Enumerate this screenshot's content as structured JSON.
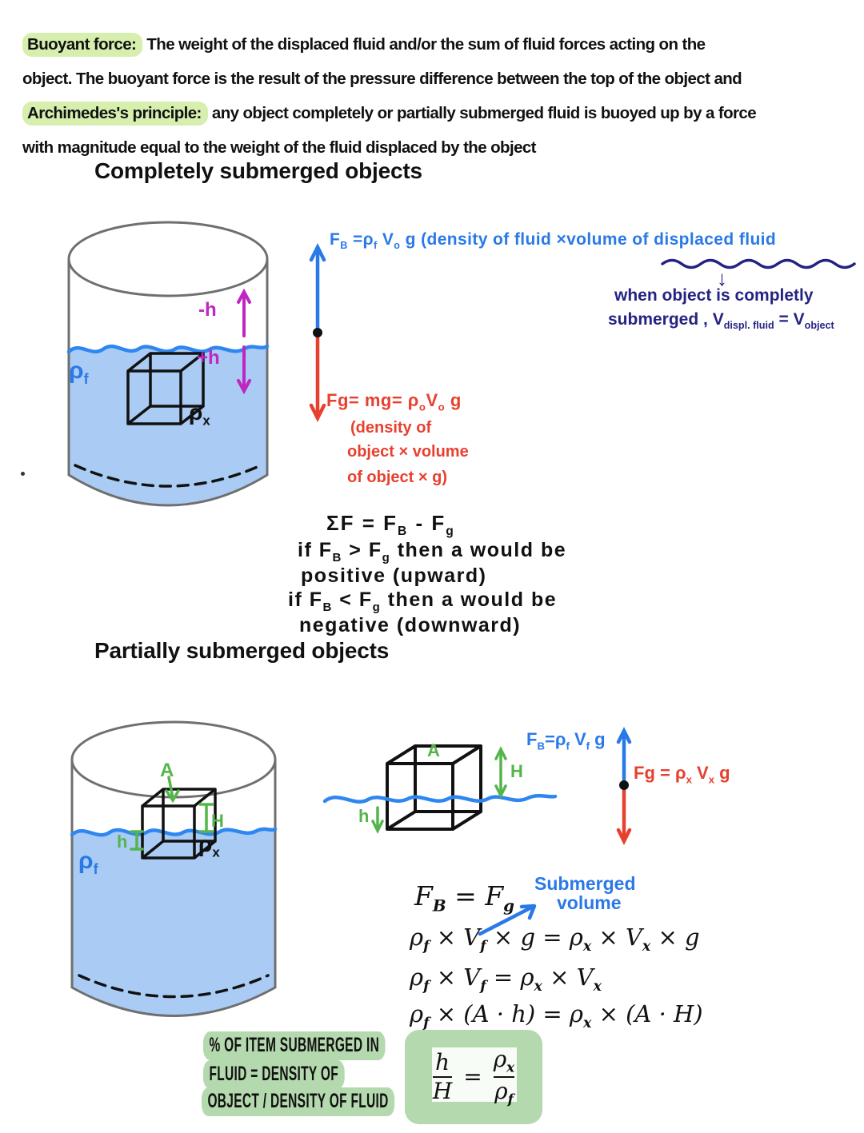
{
  "colors": {
    "highlight_green": "#d6efae",
    "conclusion_green": "#b5d9ae",
    "fluid_blue": "#a9cbf4",
    "water_blue": "#2e86f0",
    "ink_blue": "#2979e8",
    "ink_navy": "#232383",
    "ink_red": "#e8402e",
    "ink_magenta": "#c026c0",
    "ink_green": "#53b54a",
    "ink_black": "#111111"
  },
  "intro": {
    "line1_term": "Buoyant force:",
    "line1_rest": " The weight of the displaced fluid and/or the sum of fluid forces acting on the",
    "line2": "object. The buoyant force is the result of the pressure difference between the top of the object and",
    "line3_term": "Archimedes's principle:",
    "line3_rest": " any object completely or partially submerged fluid is buoyed up by a force",
    "line4": "with magnitude equal to the weight of the fluid displaced by the object"
  },
  "submerged": {
    "heading": "Completely submerged objects",
    "cylinder": {
      "fluid_label": "ρ_{f}",
      "object_label": "ρ_{x}",
      "above_label": "-h",
      "below_label": "+h"
    },
    "buoyant_eq": "F_{B} =ρ_{f} V_{o} g (density of fluid ×volume  of displaced fluid",
    "note_arrow": "↓",
    "note_line1": "when object is completly",
    "note_line2": "submerged , V_{displ. fluid} = V_{object}",
    "gravity_eq": "Fg= mg= ρ_{o}V_{o} g",
    "gravity_note1": "(density of",
    "gravity_note2": "object × volume",
    "gravity_note3": "of object × g)",
    "net_force": [
      "ΣF = F_{B} - F_{g}",
      "if F_{B} > F_{g} then  a would be",
      "positive  (upward)",
      "if F_{B} < F_{g} then  a  would be",
      "negative (downward)"
    ]
  },
  "partial": {
    "heading": "Partially submerged objects",
    "cylinder": {
      "fluid_label": "ρ_{f}",
      "object_label": "ρ_{x}",
      "area_label": "A",
      "height_label": "H",
      "depth_label": "h"
    },
    "cube": {
      "area_label": "A",
      "height_label": "H",
      "depth_label": "h"
    },
    "buoyant_eq": "F_{B}=ρ_{f} V_{f} g",
    "gravity_eq": "Fg = ρ_{x} V_{x} g",
    "derivation": [
      "F_{B} = F_{g}",
      "ρ_{f} × V_{f} × g = ρ_{x} × V_{x} × g",
      "ρ_{f} × V_{f} = ρ_{x} × V_{x}",
      "ρ_{f} × (A · h) = ρ_{x} × (A · H)"
    ],
    "submerged_note1": "Submerged",
    "submerged_note2": "volume",
    "conclusion": [
      "% OF ITEM SUBMERGED IN",
      "FLUID = DENSITY OF",
      "OBJECT / DENSITY OF FLUID"
    ],
    "ratio": {
      "num_left": "h",
      "den_left": "H",
      "equals": "=",
      "num_right": "ρ_{x}",
      "den_right": "ρ_{f}"
    }
  }
}
